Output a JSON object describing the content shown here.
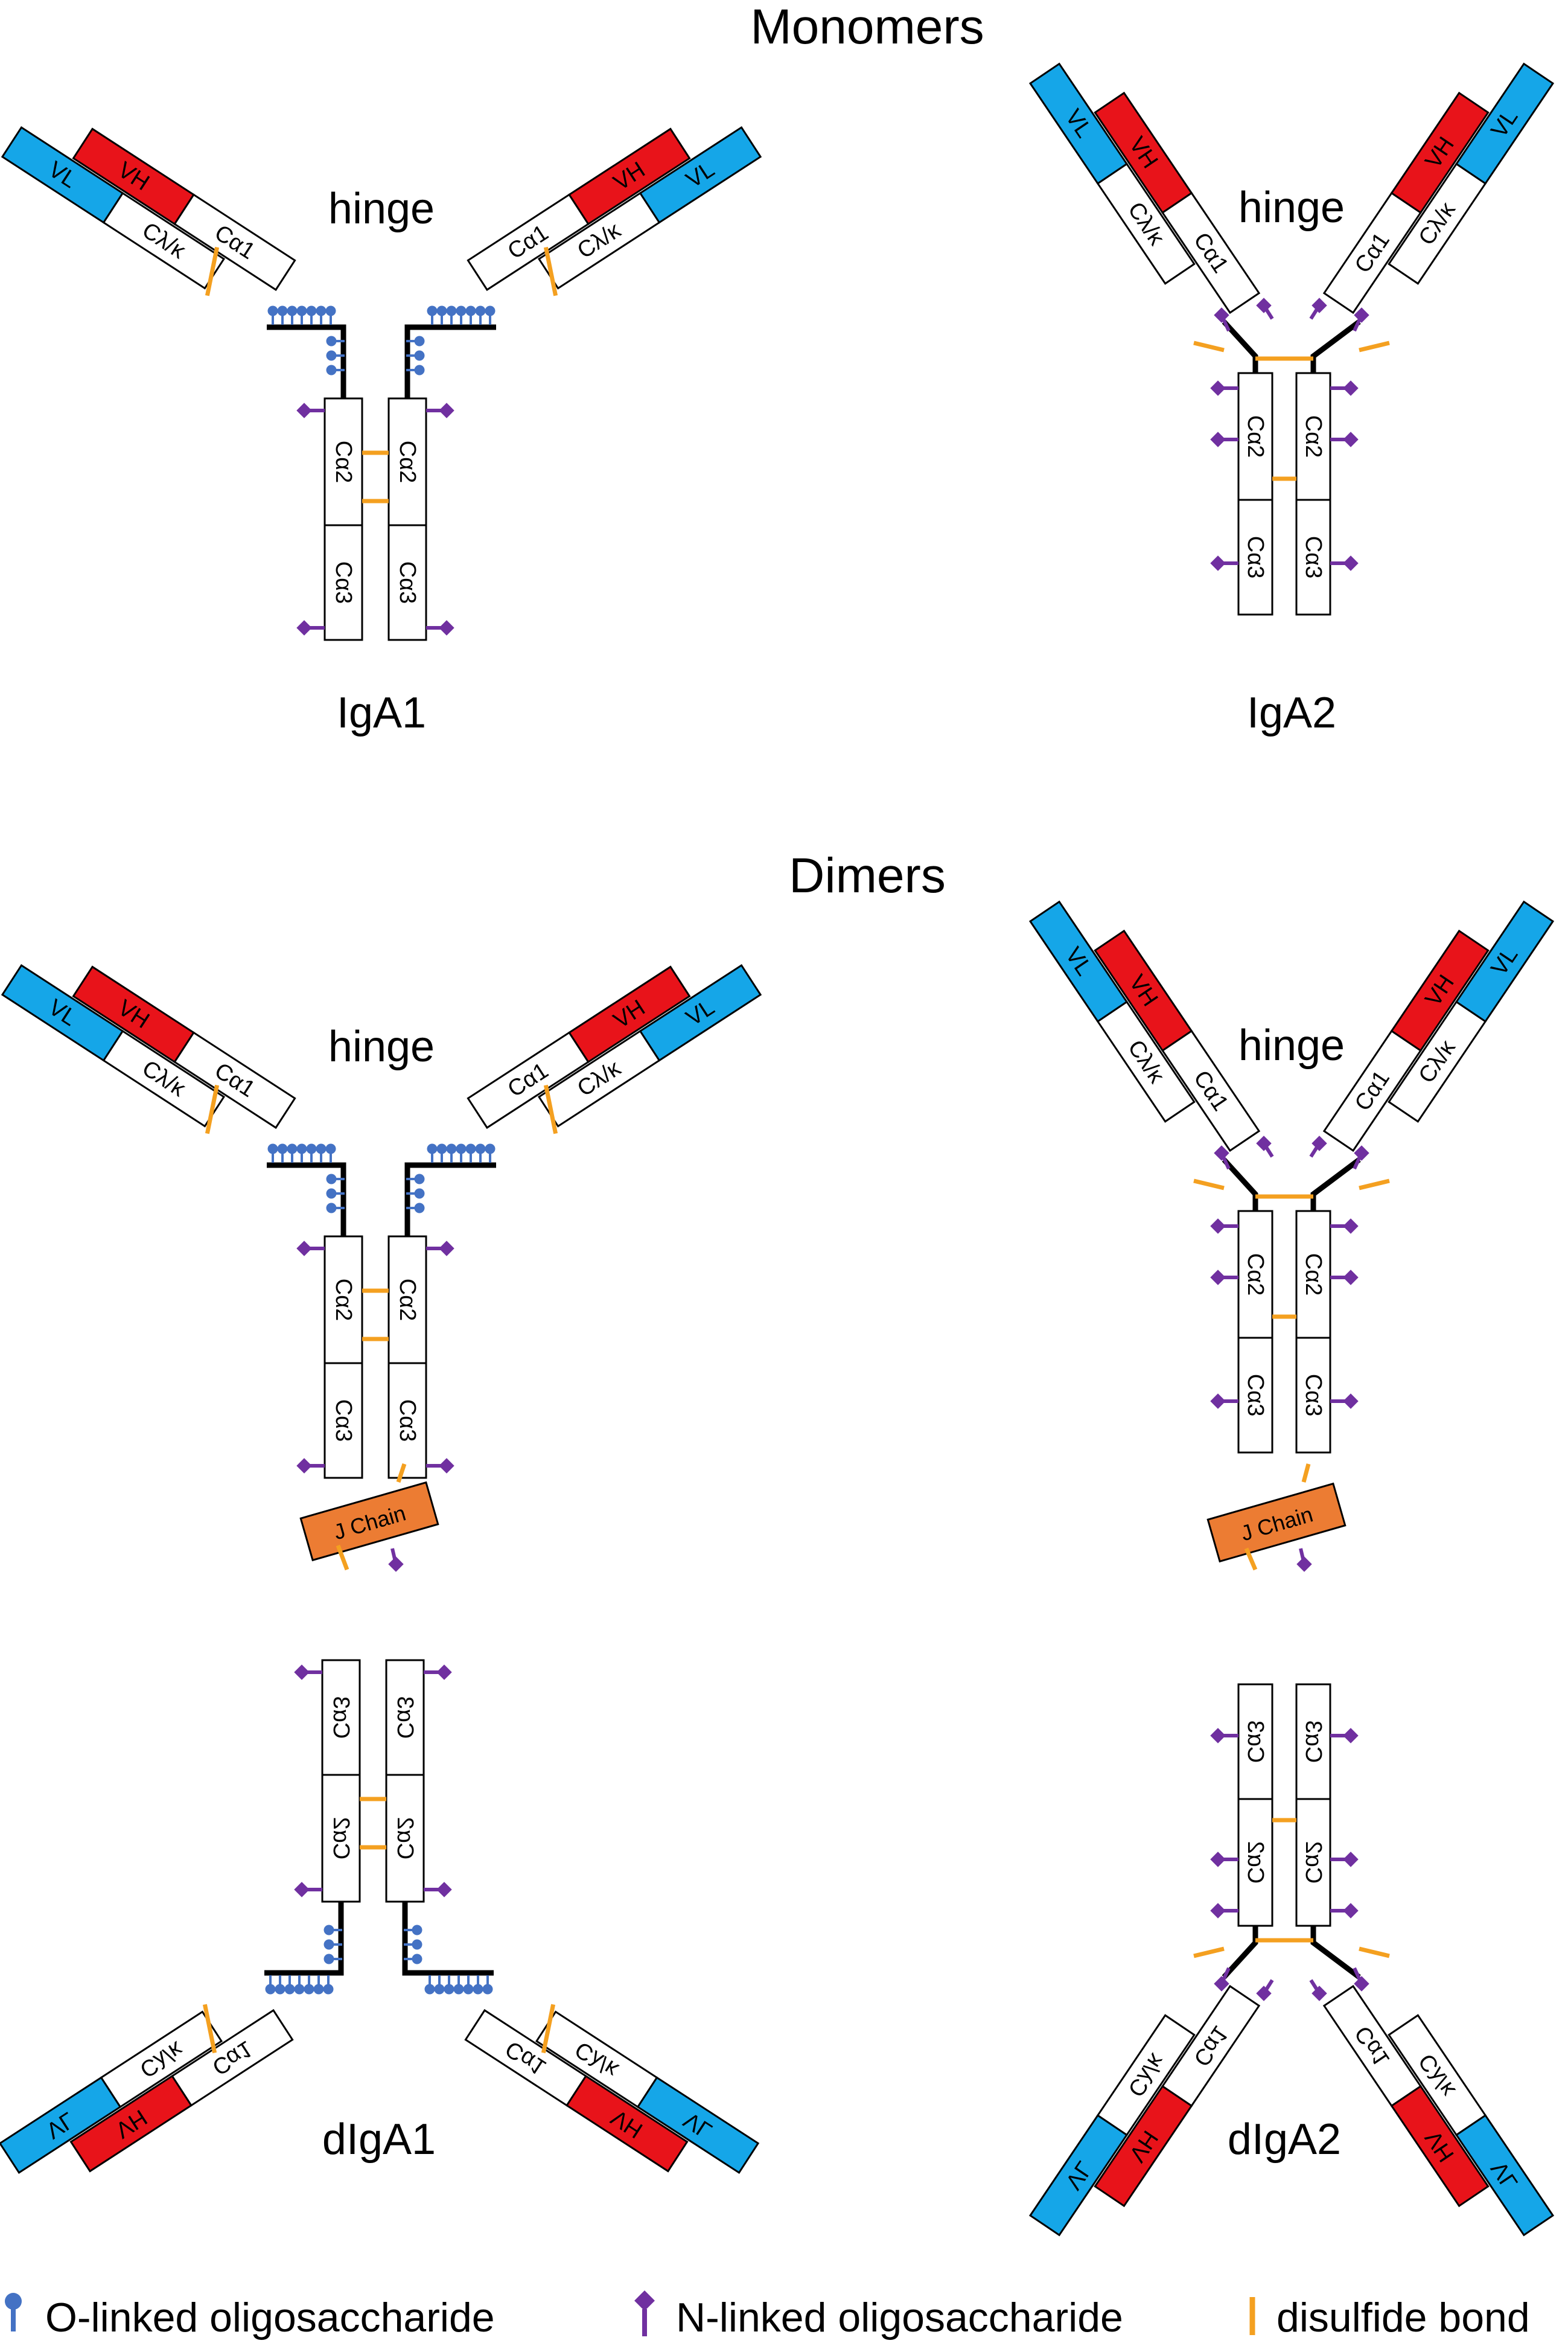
{
  "sections": {
    "monomers": "Monomers",
    "dimers": "Dimers"
  },
  "hinge_label": "hinge",
  "domains": {
    "vh": "VH",
    "vl": "VL",
    "ca1": "Cα1",
    "ca2": "Cα2",
    "ca3": "Cα3",
    "clk": "Cλ/κ",
    "jchain": "J Chain"
  },
  "molecules": {
    "iga1": "IgA1",
    "iga2": "IgA2",
    "diga1": "dIgA1",
    "diga2": "dIgA2"
  },
  "legend": {
    "o_linked": "O-linked oligosaccharide",
    "n_linked": "N-linked oligosaccharide",
    "disulfide": "disulfide bond"
  },
  "colors": {
    "vh": "#e8131a",
    "vl": "#15a6e8",
    "o_linked": "#4472c4",
    "n_linked": "#7030a0",
    "disulfide": "#f4a020",
    "jchain": "#ec7c33"
  }
}
